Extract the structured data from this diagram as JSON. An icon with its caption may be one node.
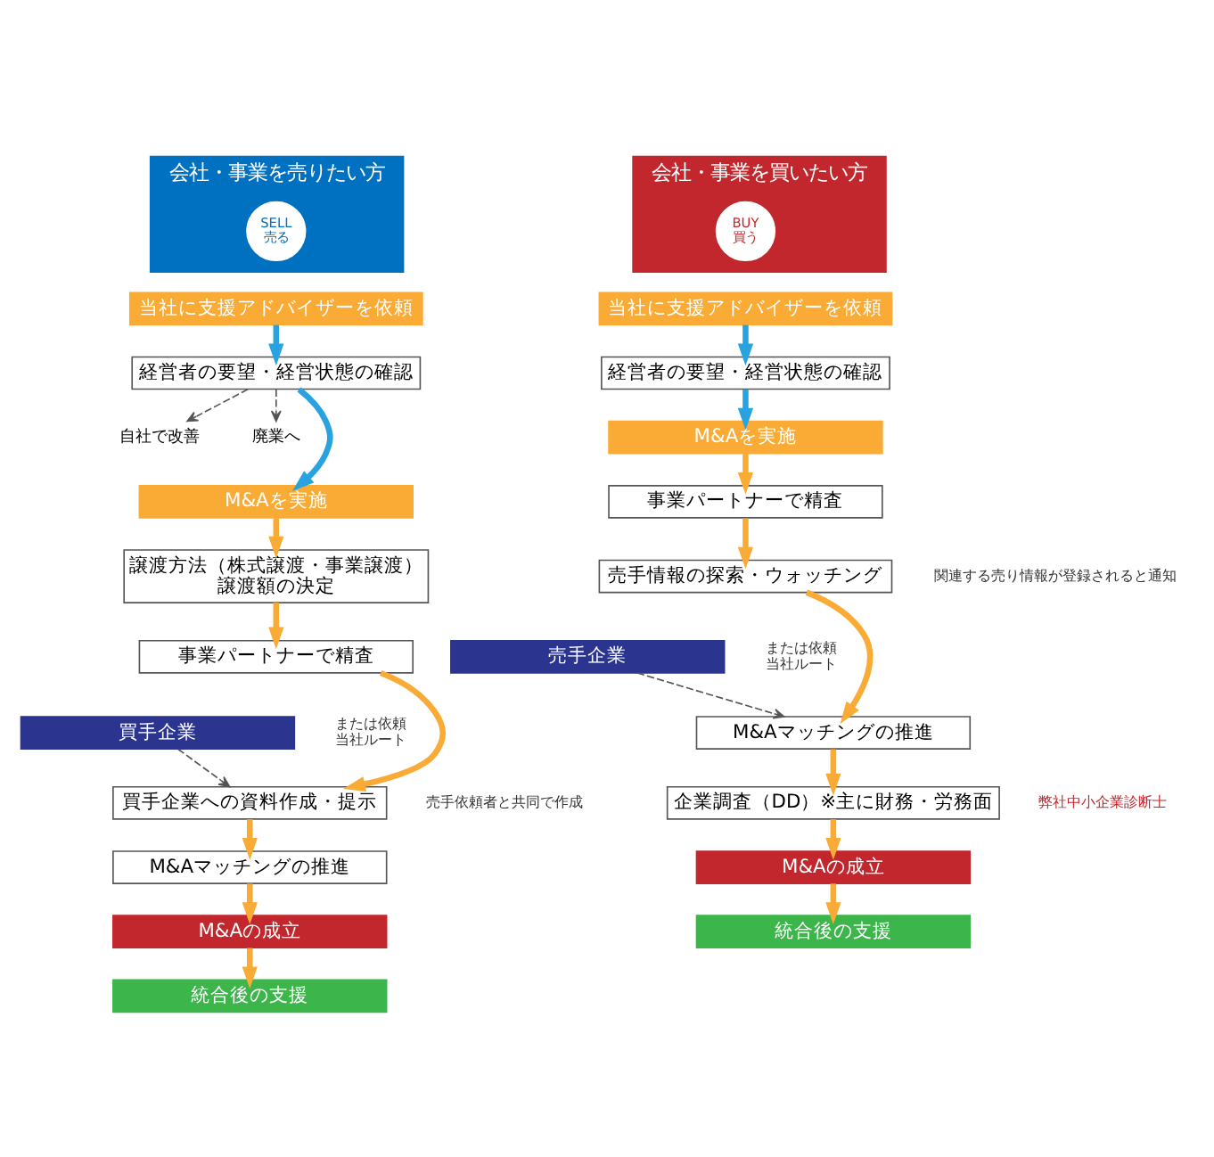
{
  "diagram": {
    "nodes": [
      {
        "text": [
          "会社・事業を売りたい方"
        ]
      },
      {
        "text": [
          "SELL",
          "売る"
        ],
        "in": 0
      },
      {
        "text": [
          "当社に支援アドバイザーを依頼"
        ]
      },
      {
        "text": [
          "経営者の要望・経営状態の確認"
        ]
      },
      {
        "text": [
          "自社で改善"
        ]
      },
      {
        "text": [
          "廃業へ"
        ]
      },
      {
        "text": [
          "M&Aを実施"
        ]
      },
      {
        "text": [
          "譲渡方法（株式譲渡・事業譲渡）",
          "譲渡額の決定"
        ]
      },
      {
        "text": [
          "事業パートナーで精査"
        ]
      },
      {
        "text": [
          "買手企業"
        ],
        "beside": [
          "または依頼",
          "当社ルート"
        ]
      },
      {
        "text": [
          "買手企業への資料作成・提示"
        ],
        "beside": [
          "売手依頼者と共同で作成"
        ]
      },
      {
        "text": [
          "M&Aマッチングの推進"
        ]
      },
      {
        "text": [
          "M&Aの成立"
        ]
      },
      {
        "text": [
          "統合後の支援"
        ]
      },
      {
        "text": [
          "会社・事業を買いたい方"
        ]
      },
      {
        "text": [
          "BUY",
          "買う"
        ],
        "in": 14
      },
      {
        "text": [
          "当社に支援アドバイザーを依頼"
        ]
      },
      {
        "text": [
          "経営者の要望・経営状態の確認"
        ]
      },
      {
        "text": [
          "M&Aを実施"
        ]
      },
      {
        "text": [
          "事業パートナーで精査"
        ]
      },
      {
        "text": [
          "売手情報の探索・ウォッチング"
        ],
        "beside": [
          "関連する売り情報が登録されると通知"
        ]
      },
      {
        "text": [
          "売手企業"
        ],
        "beside": [
          "または依頼",
          "当社ルート"
        ]
      },
      {
        "text": [
          "M&Aマッチングの推進"
        ]
      },
      {
        "text": [
          "企業調査（DD）※主に財務・労務面"
        ],
        "beside": [
          "弊社中小企業診断士"
        ]
      },
      {
        "text": [
          "M&Aの成立"
        ]
      },
      {
        "text": [
          "統合後の支援"
        ]
      }
    ],
    "edges": [
      {
        "from": 2,
        "to": 3,
        "arrow": "to",
        "color": "#29a3e0"
      },
      {
        "from": 3,
        "to": 4,
        "arrow": "to",
        "style": "dashed",
        "color": "#555555"
      },
      {
        "from": 3,
        "to": 5,
        "arrow": "to",
        "style": "dashed",
        "color": "#555555"
      },
      {
        "from": 3,
        "to": 6,
        "arrow": "to",
        "color": "#29a3e0"
      },
      {
        "from": 6,
        "to": 7,
        "arrow": "to"
      },
      {
        "from": 7,
        "to": 8,
        "arrow": "to"
      },
      {
        "from": 8,
        "to": 10,
        "arrow": "to"
      },
      {
        "from": 9,
        "to": 10,
        "arrow": "to",
        "style": "dashed",
        "color": "#555555"
      },
      {
        "from": 10,
        "to": 11,
        "arrow": "to"
      },
      {
        "from": 11,
        "to": 12,
        "arrow": "to"
      },
      {
        "from": 12,
        "to": 13,
        "arrow": "to"
      },
      {
        "from": 16,
        "to": 17,
        "arrow": "to",
        "color": "#29a3e0"
      },
      {
        "from": 17,
        "to": 18,
        "arrow": "to",
        "color": "#29a3e0"
      },
      {
        "from": 18,
        "to": 19,
        "arrow": "to"
      },
      {
        "from": 19,
        "to": 20,
        "arrow": "to"
      },
      {
        "from": 20,
        "to": 22,
        "arrow": "to"
      },
      {
        "from": 21,
        "to": 22,
        "arrow": "to",
        "style": "dashed",
        "color": "#555555"
      },
      {
        "from": 22,
        "to": 23,
        "arrow": "to"
      },
      {
        "from": 23,
        "to": 24,
        "arrow": "to"
      },
      {
        "from": 24,
        "to": 25,
        "arrow": "to"
      }
    ]
  }
}
